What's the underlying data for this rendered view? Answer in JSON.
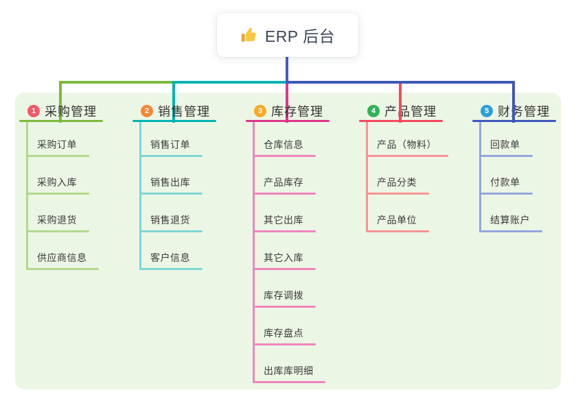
{
  "root": {
    "title": "ERP 后台",
    "icon": "thumbs-up",
    "icon_color": "#f7c843",
    "connector_color": "#4a57c8"
  },
  "panel": {
    "background": "#ecf6e5"
  },
  "branches": [
    {
      "badge": "1",
      "label": "采购管理",
      "badge_color": "#f2596b",
      "line_color": "#7cb93e",
      "child_line_color": "#b2d98d",
      "children": [
        "采购订单",
        "采购入库",
        "采购退货",
        "供应商信息"
      ]
    },
    {
      "badge": "2",
      "label": "销售管理",
      "badge_color": "#f58638",
      "line_color": "#00b3b0",
      "child_line_color": "#7ed7d4",
      "children": [
        "销售订单",
        "销售出库",
        "销售退货",
        "客户信息"
      ]
    },
    {
      "badge": "3",
      "label": "库存管理",
      "badge_color": "#f7a928",
      "line_color": "#e0348c",
      "child_line_color": "#f184bd",
      "children": [
        "仓库信息",
        "产品库存",
        "其它出库",
        "其它入库",
        "库存调拨",
        "库存盘点",
        "出库库明细"
      ]
    },
    {
      "badge": "4",
      "label": "产品管理",
      "badge_color": "#2fb357",
      "line_color": "#f4495c",
      "child_line_color": "#f79395",
      "children": [
        "产品（物料）",
        "产品分类",
        "产品单位"
      ]
    },
    {
      "badge": "5",
      "label": "财务管理",
      "badge_color": "#2d9fd8",
      "line_color": "#3d57bb",
      "child_line_color": "#93a6dd",
      "children": [
        "回款单",
        "付款单",
        "结算账户"
      ]
    }
  ]
}
